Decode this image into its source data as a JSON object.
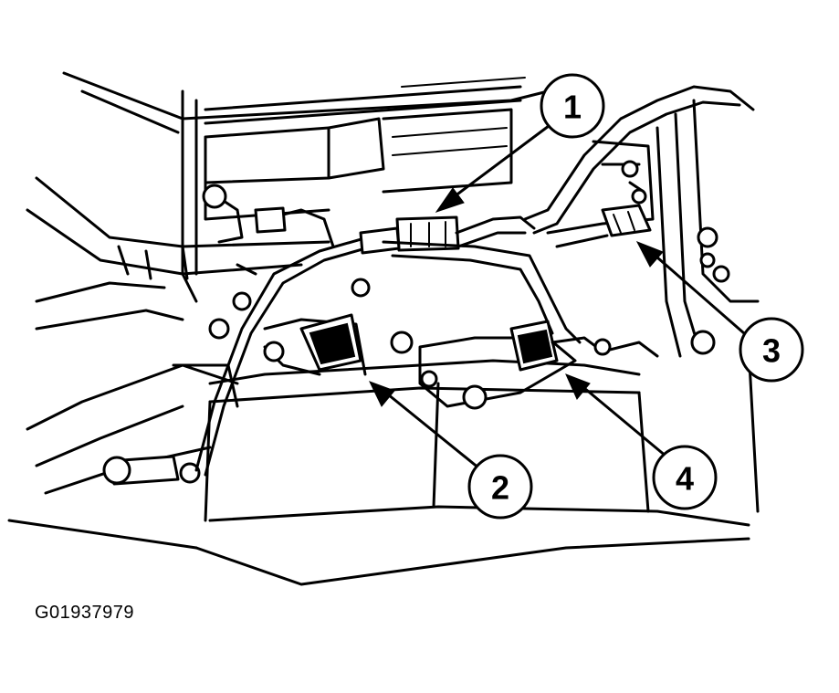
{
  "figure_id": "G01937979",
  "callouts": [
    {
      "label": "1"
    },
    {
      "label": "2"
    },
    {
      "label": "3"
    },
    {
      "label": "4"
    }
  ],
  "colors": {
    "line": "#000000",
    "background": "#ffffff"
  }
}
